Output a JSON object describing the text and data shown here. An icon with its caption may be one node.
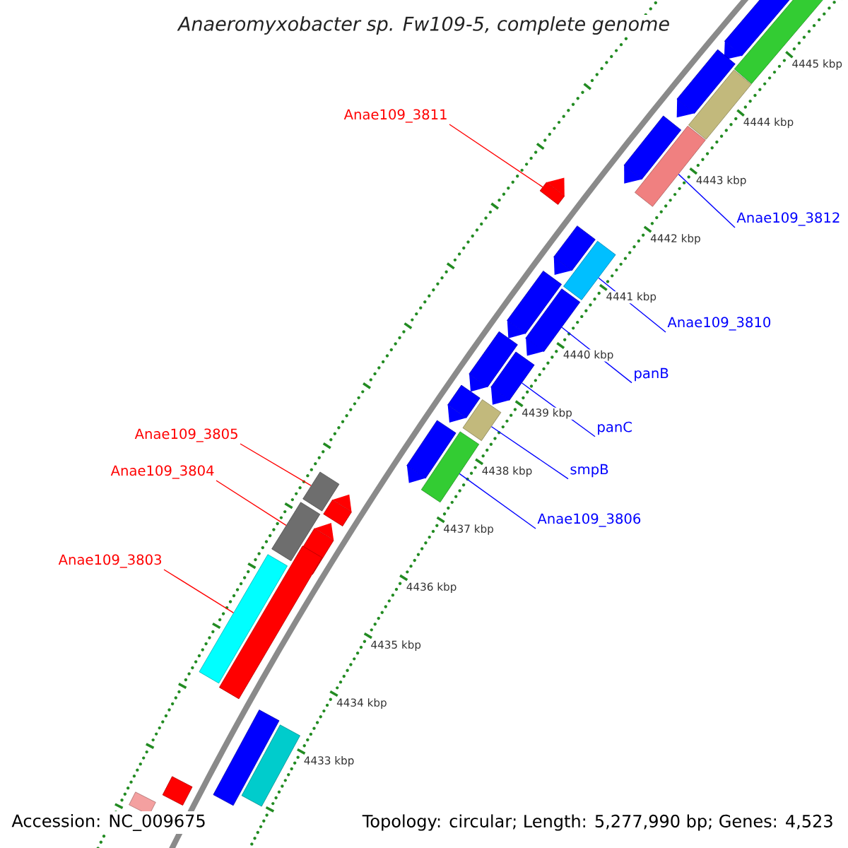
{
  "diagram": {
    "title": "Anaeromyxobacter sp. Fw109-5, complete genome",
    "nodes": [
      {
        "text": [
          "Anae109_3811"
        ]
      },
      {
        "text": [
          "Anae109_3812"
        ]
      },
      {
        "text": [
          "Anae109_3810"
        ]
      },
      {
        "text": [
          "panB"
        ]
      },
      {
        "text": [
          "panC"
        ]
      },
      {
        "text": [
          "Anae109_3805"
        ]
      },
      {
        "text": [
          "smpB"
        ]
      },
      {
        "text": [
          "Anae109_3804"
        ]
      },
      {
        "text": [
          "Anae109_3806"
        ]
      },
      {
        "text": [
          "Anae109_3803"
        ]
      },
      {
        "text": [],
        "shape": "box"
      },
      {
        "text": [],
        "shape": "box"
      },
      {
        "text": [],
        "shape": "box"
      },
      {
        "text": [],
        "shape": "box"
      },
      {
        "text": [],
        "shape": "box"
      },
      {
        "text": [],
        "shape": "box"
      },
      {
        "text": [],
        "shape": "box"
      },
      {
        "text": [],
        "shape": "box"
      },
      {
        "text": [],
        "shape": "box"
      },
      {
        "text": [],
        "shape": "box"
      },
      {
        "text": [],
        "shape": "box"
      },
      {
        "text": [],
        "shape": "box"
      },
      {
        "text": [],
        "shape": "box"
      },
      {
        "text": [],
        "shape": "box"
      },
      {
        "text": [],
        "shape": "box"
      },
      {
        "text": [],
        "shape": "box"
      },
      {
        "text": [],
        "shape": "box"
      },
      {
        "text": [],
        "shape": "box"
      },
      {
        "text": [],
        "shape": "box"
      },
      {
        "text": [],
        "shape": "box"
      },
      {
        "text": [],
        "shape": "box"
      },
      {
        "text": [],
        "shape": "box"
      },
      {
        "text": [],
        "shape": "box"
      },
      {
        "text": [],
        "shape": "box"
      },
      {
        "text": [],
        "shape": "box"
      },
      {
        "text": [],
        "shape": "box"
      },
      {
        "text": [],
        "shape": "box"
      }
    ],
    "edges": [
      {
        "from": 0,
        "to": 16,
        "arrow": "none",
        "color": "#ff0000"
      },
      {
        "from": 1,
        "to": 15,
        "arrow": "none"
      },
      {
        "from": 2,
        "to": 18,
        "arrow": "none"
      },
      {
        "from": 3,
        "to": 20,
        "arrow": "none"
      },
      {
        "from": 4,
        "to": 22,
        "arrow": "none"
      },
      {
        "from": 5,
        "to": 27,
        "arrow": "none",
        "color": "#ff0000"
      },
      {
        "from": 6,
        "to": 24,
        "arrow": "none"
      },
      {
        "from": 7,
        "to": 29,
        "arrow": "none",
        "color": "#ff0000"
      },
      {
        "from": 8,
        "to": 26,
        "arrow": "none"
      },
      {
        "from": 9,
        "to": 32,
        "arrow": "none",
        "color": "#ff0000"
      }
    ],
    "labels": [
      "4445 kbp",
      "4444 kbp",
      "4443 kbp",
      "4442 kbp",
      "4441 kbp",
      "4440 kbp",
      "4439 kbp",
      "4438 kbp",
      "4437 kbp",
      "4436 kbp",
      "4435 kbp",
      "4434 kbp",
      "4433 kbp",
      "Accession: NC_009675",
      "Topology: circular; Length: 5,277,990 bp; Genes: 4,523"
    ]
  }
}
